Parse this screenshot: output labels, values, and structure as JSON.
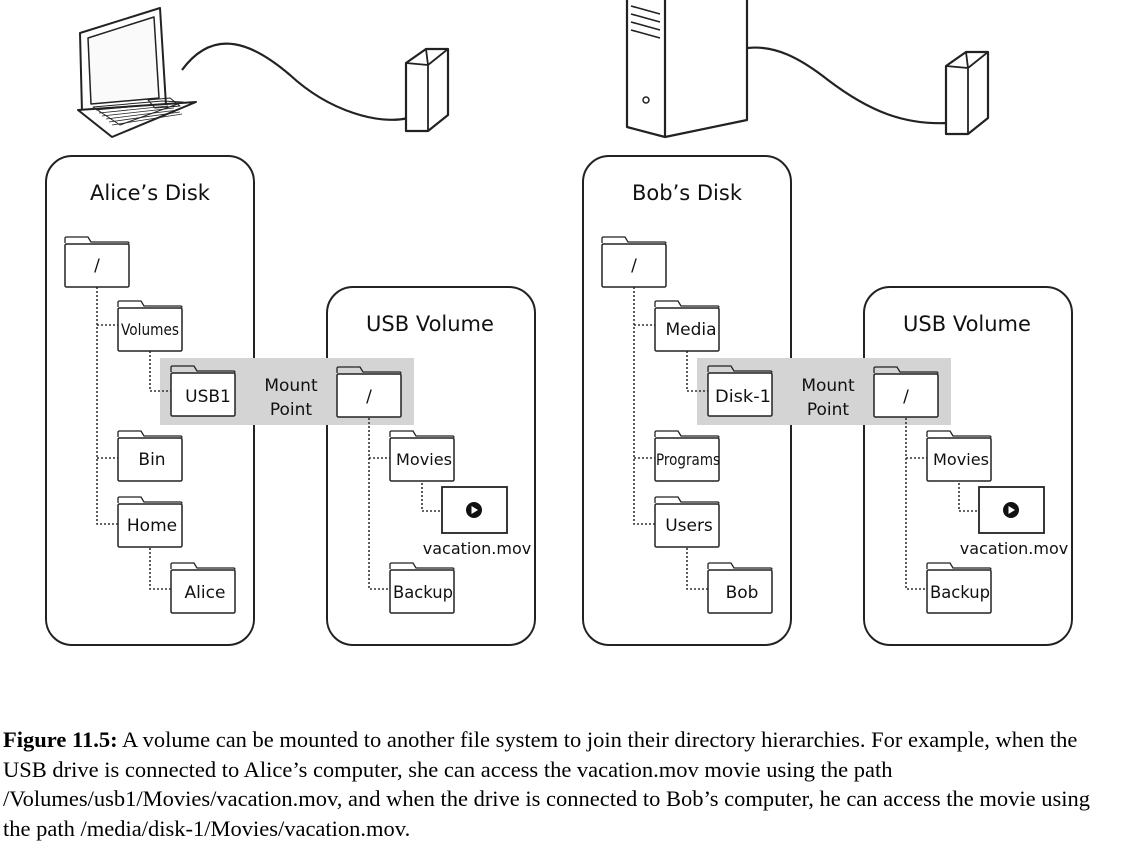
{
  "left": {
    "disk_title": "Alice’s Disk",
    "root": "/",
    "folders": {
      "volumes": "Volumes",
      "usb1": "USB1",
      "bin": "Bin",
      "home": "Home",
      "user": "Alice"
    },
    "mount_label": [
      "Mount",
      "Point"
    ],
    "usb_title": "USB Volume",
    "usb_root": "/",
    "usb_folders": {
      "movies": "Movies",
      "backup": "Backup"
    },
    "file": "vacation.mov"
  },
  "right": {
    "disk_title": "Bob’s Disk",
    "root": "/",
    "folders": {
      "media": "Media",
      "disk1": "Disk-1",
      "programs": "Programs",
      "users": "Users",
      "user": "Bob"
    },
    "mount_label": [
      "Mount",
      "Point"
    ],
    "usb_title": "USB Volume",
    "usb_root": "/",
    "usb_folders": {
      "movies": "Movies",
      "backup": "Backup"
    },
    "file": "vacation.mov"
  },
  "caption": {
    "label": "Figure 11.5:",
    "text": " A volume can be mounted to another file system to join their directory hierarchies. For example, when the USB drive is connected to Alice’s computer, she can access the vacation.mov movie using the path /Volumes/usb1/Movies/vacation.mov, and when the drive is connected to Bob’s computer, he can access the movie using the path /media/disk-1/Movies/vacation.mov."
  }
}
